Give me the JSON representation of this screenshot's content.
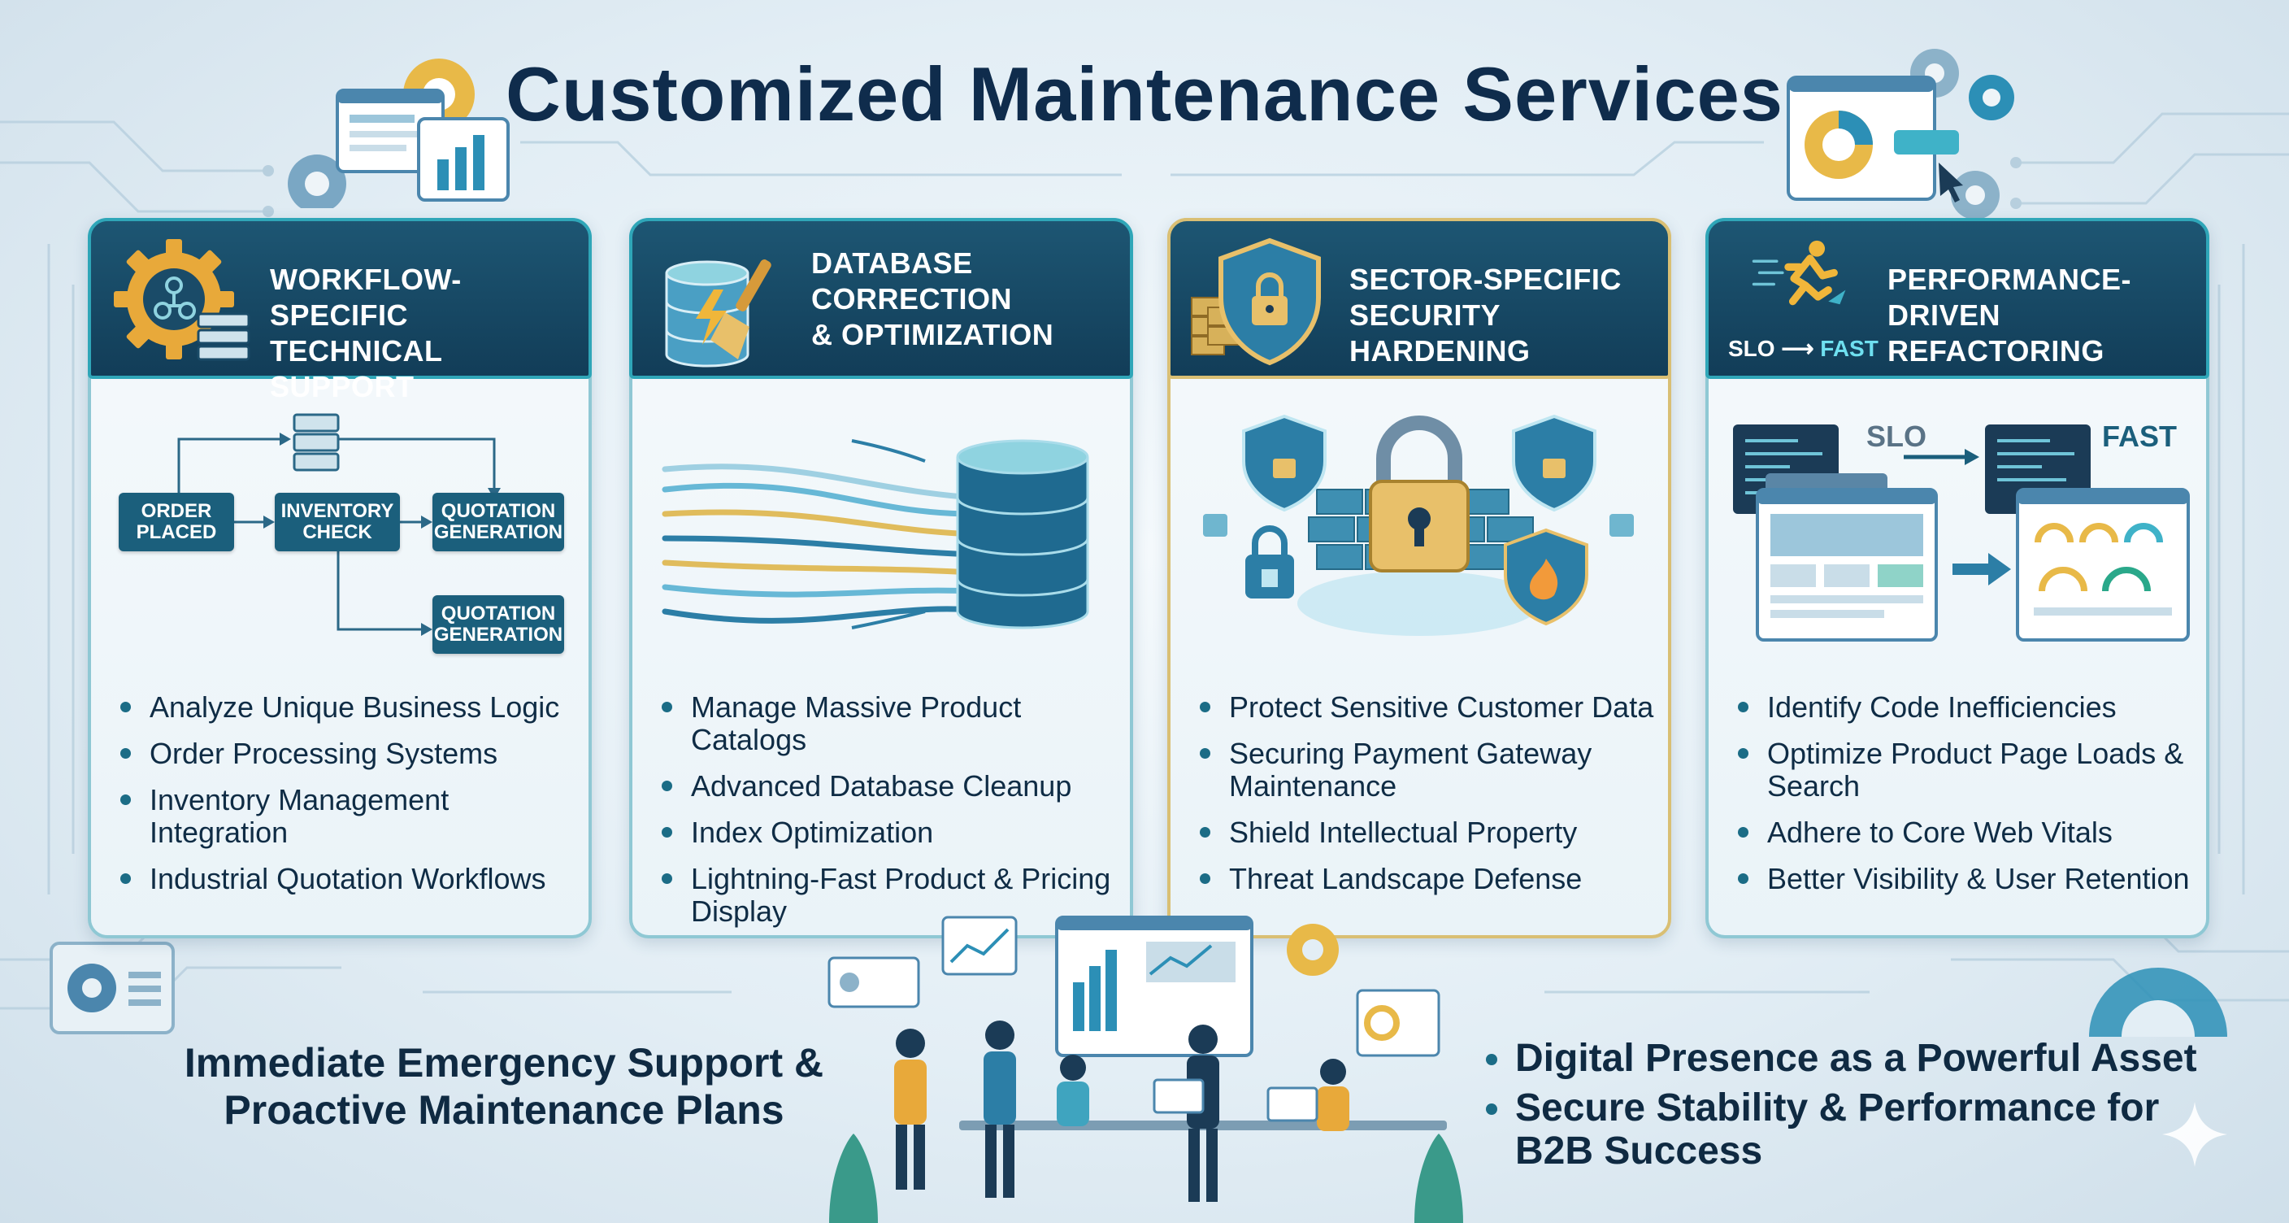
{
  "title": "Customized Maintenance Services",
  "cards": [
    {
      "heading": "WORKFLOW-SPECIFIC TECHNICAL SUPPORT",
      "heading_lines": [
        "WORKFLOW-SPECIFIC",
        "TECHNICAL SUPPORT"
      ],
      "icon": "gear-workflow-icon",
      "flow_nodes": {
        "order": [
          "ORDER",
          "PLACED"
        ],
        "inventory": [
          "INVENTORY",
          "CHECK"
        ],
        "quotation_a": [
          "QUOTATION",
          "GENERATION"
        ],
        "quotation_b": [
          "QUOTATION",
          "GENERATION"
        ]
      },
      "bullets": [
        "Analyze Unique Business Logic",
        "Order Processing Systems",
        "Inventory Management Integration",
        "Industrial Quotation Workflows"
      ]
    },
    {
      "heading": "DATABASE CORRECTION & OPTIMIZATION",
      "heading_lines": [
        "DATABASE",
        "CORRECTION",
        "& OPTIMIZATION"
      ],
      "icon": "database-brush-icon",
      "bullets": [
        "Manage Massive Product Catalogs",
        "Advanced Database Cleanup",
        "Index Optimization",
        "Lightning-Fast Product & Pricing Display"
      ]
    },
    {
      "heading": "SECTOR-SPECIFIC SECURITY HARDENING",
      "heading_lines": [
        "SECTOR-SPECIFIC",
        "SECURITY HARDENING"
      ],
      "icon": "shield-lock-icon",
      "bullets": [
        "Protect Sensitive Customer Data",
        "Securing Payment Gateway Maintenance",
        "Shield Intellectual Property",
        "Threat Landscape Defense"
      ]
    },
    {
      "heading": "PERFORMANCE-DRIVEN REFACTORING",
      "heading_lines": [
        "PERFORMANCE-DRIVEN",
        "REFACTORING"
      ],
      "icon": "runner-icon",
      "badge": {
        "slo": "SLO",
        "fast": "FAST"
      },
      "illo_labels": {
        "slo": "SLO",
        "fast": "FAST"
      },
      "bullets": [
        "Identify Code Inefficiencies",
        "Optimize Product Page Loads & Search",
        "Adhere to Core Web Vitals",
        "Better Visibility & User Retention"
      ]
    }
  ],
  "bottom_left": [
    "Immediate Emergency Support &",
    "Proactive Maintenance Plans"
  ],
  "bottom_right": [
    "Digital Presence as a Powerful Asset",
    "Secure Stability & Performance for B2B Success"
  ],
  "colors": {
    "navy": "#123d58",
    "teal": "#2fa6b8",
    "gold": "#d9bf74",
    "text": "#0f2c45"
  }
}
